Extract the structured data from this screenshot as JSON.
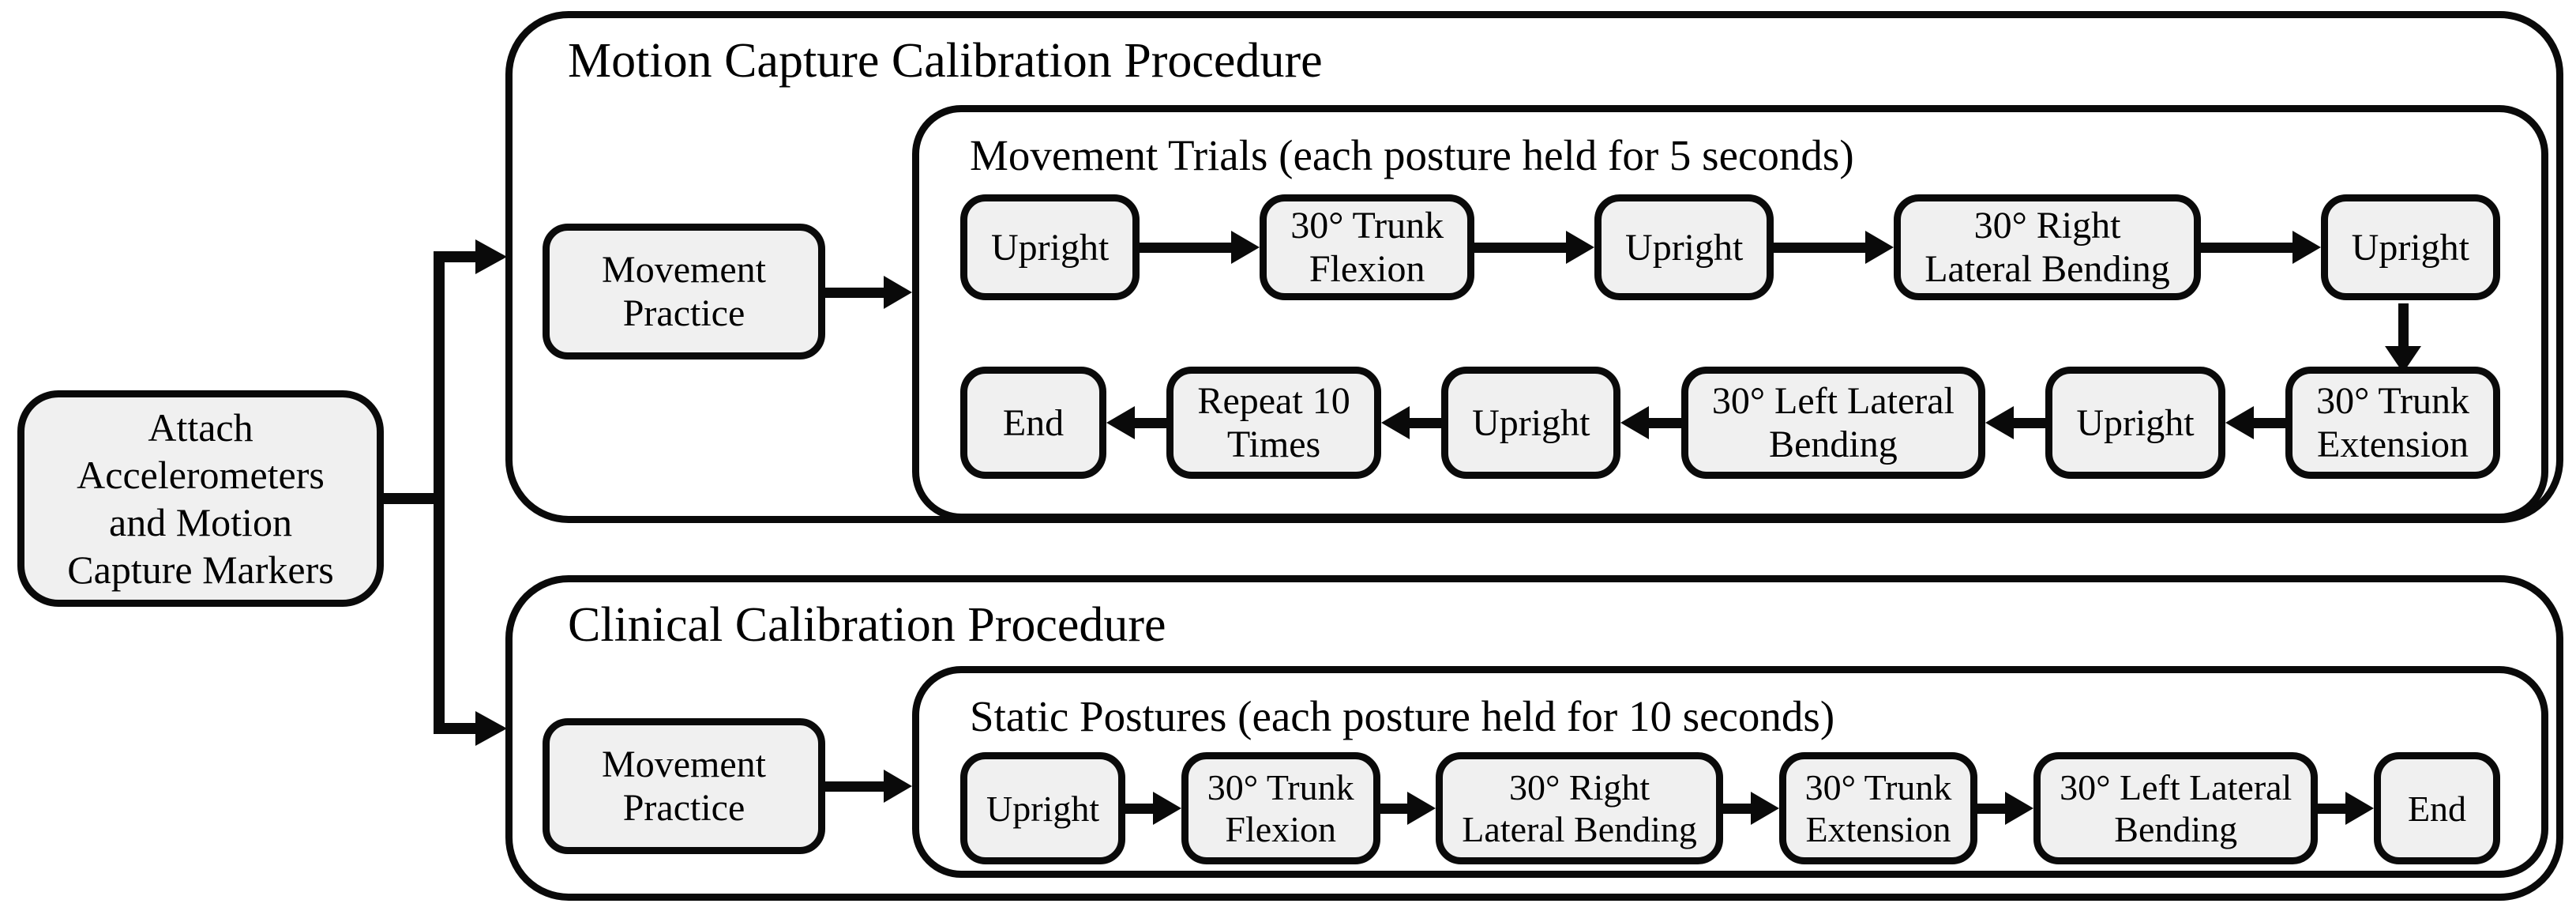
{
  "flow": {
    "start_node": {
      "label": "Attach\nAccelerometers\nand Motion\nCapture Markers"
    },
    "sections": [
      {
        "title": "Motion Capture Calibration Procedure",
        "practice": "Movement\nPractice",
        "inner": {
          "title": "Movement Trials (each posture held for 5 seconds)",
          "rows": [
            [
              "Upright",
              "30° Trunk\nFlexion",
              "Upright",
              "30° Right\nLateral Bending",
              "Upright"
            ],
            [
              "End",
              "Repeat 10\nTimes",
              "Upright",
              "30° Left Lateral\nBending",
              "Upright",
              "30° Trunk\nExtension"
            ]
          ]
        }
      },
      {
        "title": "Clinical Calibration Procedure",
        "practice": "Movement\nPractice",
        "inner": {
          "title": "Static Postures (each posture held for 10 seconds)",
          "rows": [
            [
              "Upright",
              "30° Trunk\nFlexion",
              "30° Right\nLateral Bending",
              "30° Trunk\nExtension",
              "30° Left Lateral\nBending",
              "End"
            ]
          ]
        }
      }
    ],
    "colors": {
      "node_fill": "#f0f0f0",
      "line": "#0a0a0a",
      "background": "#ffffff"
    }
  }
}
